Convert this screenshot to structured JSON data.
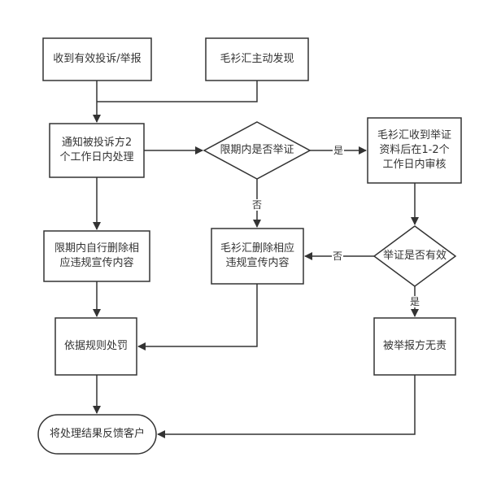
{
  "nodes": {
    "complaint_received": "收到有效投诉/举报",
    "self_discovered": "毛衫汇主动发现",
    "notify_party": "通知被投诉方2\n个工作日内处理",
    "proof_within_limit": "限期内是否举证",
    "review_evidence": "毛衫汇收到举证\n资料后在1-2个\n工作日内审核",
    "self_delete": "限期内自行删除相\n应违规宣传内容",
    "platform_delete": "毛衫汇删除相应\n违规宣传内容",
    "evidence_valid": "举证是否有效",
    "penalize": "依据规则处罚",
    "not_liable": "被举报方无责",
    "feedback": "将处理结果反馈客户"
  },
  "labels": {
    "yes_proof": "是",
    "no_proof": "否",
    "no_valid": "否",
    "yes_valid": "是"
  }
}
